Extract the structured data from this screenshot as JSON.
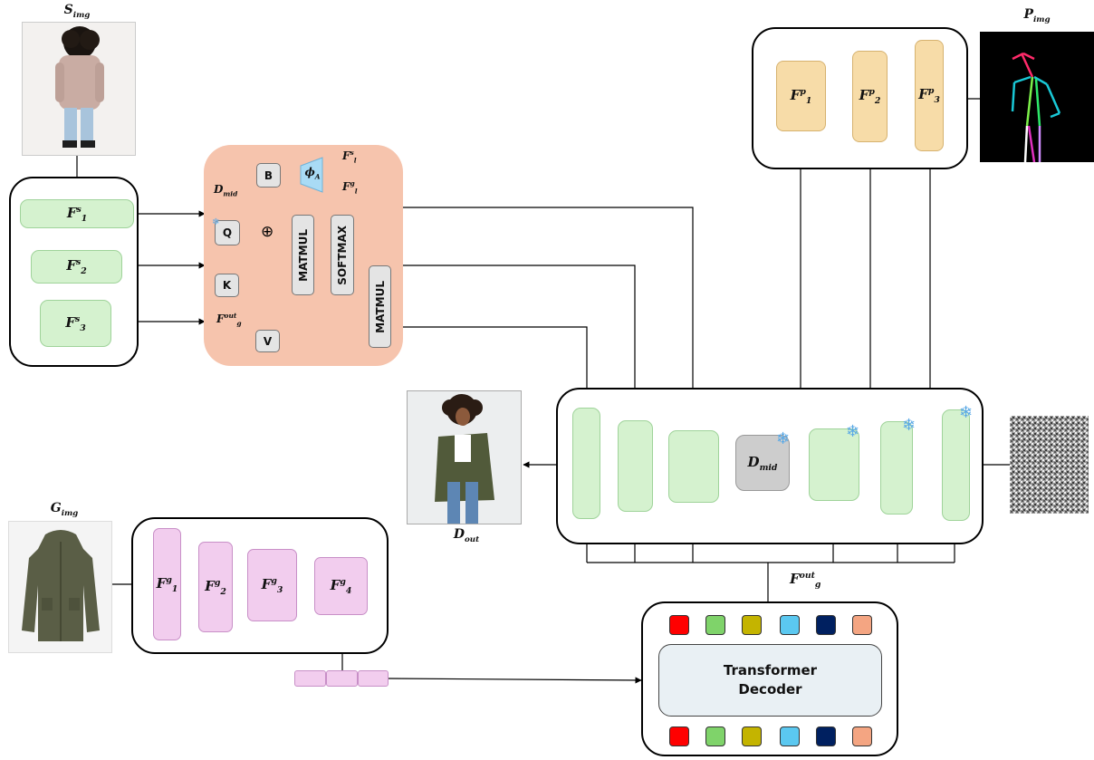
{
  "inputs": {
    "source_image": {
      "label": "S",
      "sub": "img"
    },
    "pose_image": {
      "label": "P",
      "sub": "img"
    },
    "garment_image": {
      "label": "G",
      "sub": "img"
    },
    "output_image": {
      "label": "D",
      "sub": "out"
    }
  },
  "source_encoder": {
    "features": [
      {
        "label": "F",
        "sup": "s",
        "sub": "1"
      },
      {
        "label": "F",
        "sup": "s",
        "sub": "2"
      },
      {
        "label": "F",
        "sup": "s",
        "sub": "3"
      }
    ]
  },
  "pose_encoder": {
    "features": [
      {
        "label": "F",
        "sup": "p",
        "sub": "1"
      },
      {
        "label": "F",
        "sup": "p",
        "sub": "2"
      },
      {
        "label": "F",
        "sup": "p",
        "sub": "3"
      }
    ]
  },
  "garment_encoder": {
    "features": [
      {
        "label": "F",
        "sup": "g",
        "sub": "1"
      },
      {
        "label": "F",
        "sup": "g",
        "sub": "2"
      },
      {
        "label": "F",
        "sup": "g",
        "sub": "3"
      },
      {
        "label": "F",
        "sup": "g",
        "sub": "4"
      }
    ]
  },
  "attention_block": {
    "b_label": "B",
    "q_label": "Q",
    "k_label": "K",
    "v_label": "V",
    "matmul_label": "MATMUL",
    "softmax_label": "SOFTMAX",
    "matmul2_label": "MATMUL",
    "phi": {
      "label": "ϕ",
      "sub": "A"
    },
    "fls": {
      "label": "F",
      "sup": "s",
      "sub": "l"
    },
    "flg": {
      "label": "F",
      "sup": "g",
      "sub": "l"
    },
    "dmid": {
      "label": "D",
      "sub": "mid"
    },
    "fgout": {
      "label": "F",
      "sup": "out",
      "sub": "g"
    },
    "plus": "⊕"
  },
  "unet": {
    "dmid": {
      "label": "D",
      "sub": "mid"
    },
    "frozen_icon": "❄"
  },
  "fgout_label": {
    "label": "F",
    "sup": "out",
    "sub": "g"
  },
  "transformer": {
    "title_line1": "Transformer",
    "title_line2": "Decoder",
    "token_colors": [
      "#ff0000",
      "#7fd36a",
      "#c4b400",
      "#5bc8f0",
      "#002060",
      "#f4a582"
    ]
  }
}
